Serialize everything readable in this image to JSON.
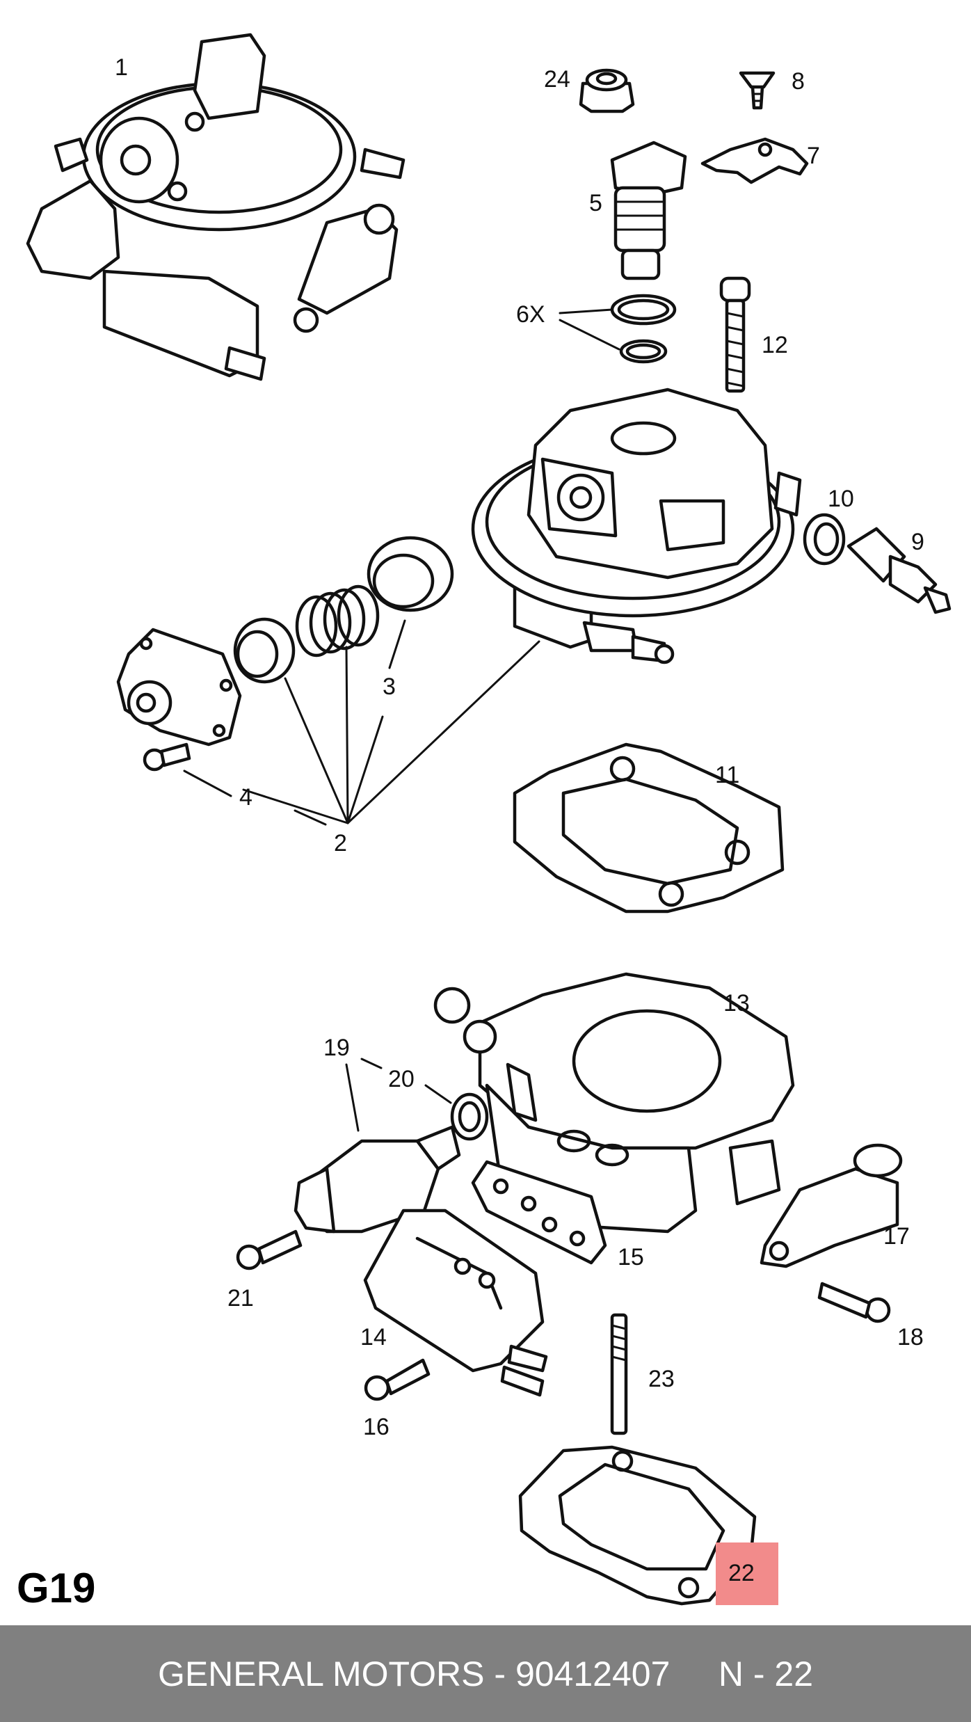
{
  "diagram": {
    "callouts": [
      "1",
      "2",
      "3",
      "4",
      "5",
      "6X",
      "7",
      "8",
      "9",
      "10",
      "11",
      "12",
      "13",
      "14",
      "15",
      "16",
      "17",
      "18",
      "19",
      "20",
      "21",
      "22",
      "23",
      "24"
    ],
    "highlighted_callout": "22",
    "highlight_color": "#f28b8b",
    "page_label": "G19"
  },
  "footer": {
    "brand": "GENERAL MOTORS",
    "separator": "-",
    "part_number": "90412407",
    "position_code": "N - 22",
    "background_color": "#808080"
  }
}
